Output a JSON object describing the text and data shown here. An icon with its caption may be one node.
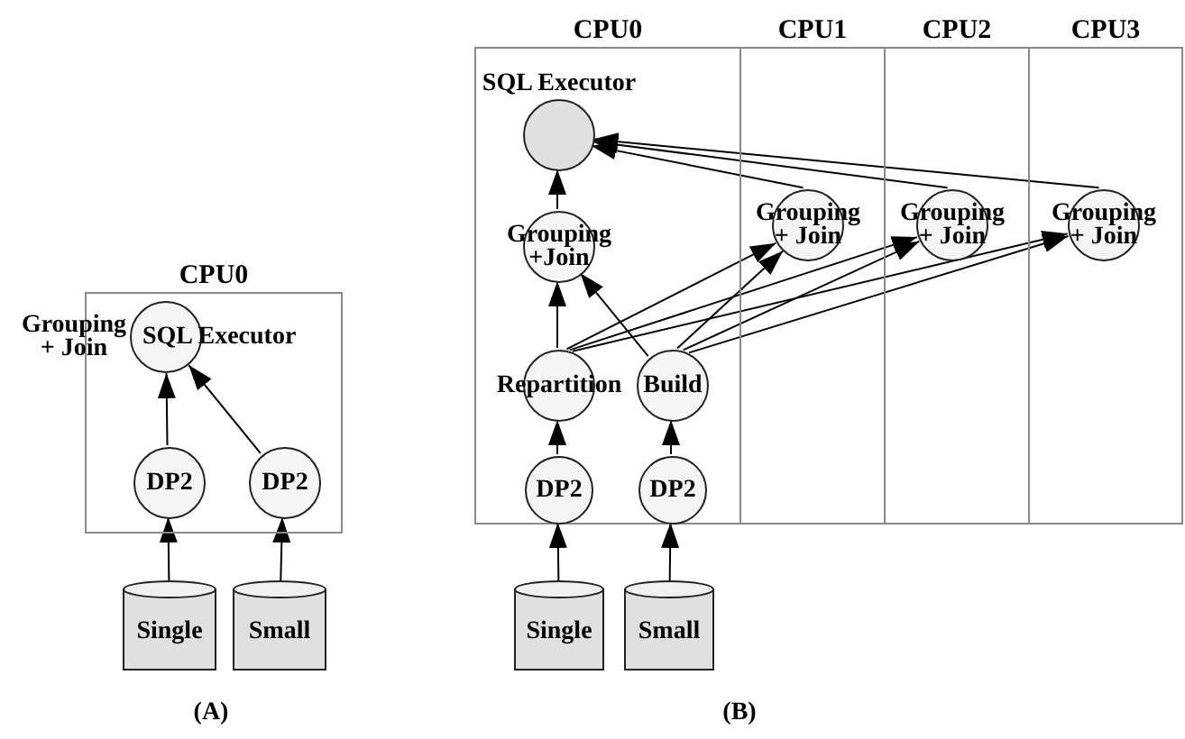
{
  "diagram": {
    "nodes": [
      {
        "text": [
          "CPU0"
        ]
      },
      {
        "text": [
          "Grouping + Join",
          "SQL Executor"
        ]
      },
      {
        "text": [
          "DP2"
        ],
        "in": 0
      },
      {
        "text": [
          "DP2"
        ],
        "in": 0
      },
      {
        "text": [
          "Single"
        ]
      },
      {
        "text": [
          "Small"
        ]
      },
      {
        "text": [
          "CPU0"
        ]
      },
      {
        "text": [
          "CPU1"
        ]
      },
      {
        "text": [
          "CPU2"
        ]
      },
      {
        "text": [
          "CPU3"
        ]
      },
      {
        "text": [
          "SQL Executor"
        ],
        "in": 6
      },
      {
        "text": [
          "Grouping +Join"
        ],
        "in": 6
      },
      {
        "text": [
          "Grouping + Join"
        ],
        "in": 7
      },
      {
        "text": [
          "Grouping + Join"
        ],
        "in": 8
      },
      {
        "text": [
          "Grouping + Join"
        ],
        "in": 9
      },
      {
        "text": [
          "Repartition"
        ],
        "in": 6
      },
      {
        "text": [
          "Build"
        ],
        "in": 6
      },
      {
        "text": [
          "DP2"
        ],
        "in": 6
      },
      {
        "text": [
          "DP2"
        ],
        "in": 6
      },
      {
        "text": [
          "Single"
        ]
      },
      {
        "text": [
          "Small"
        ]
      }
    ],
    "edges": [
      {
        "from": 4,
        "to": 2,
        "arrow": "to"
      },
      {
        "from": 5,
        "to": 3,
        "arrow": "to"
      },
      {
        "from": 2,
        "to": 1,
        "arrow": "to"
      },
      {
        "from": 3,
        "to": 1,
        "arrow": "to"
      },
      {
        "from": 19,
        "to": 17,
        "arrow": "to"
      },
      {
        "from": 20,
        "to": 18,
        "arrow": "to"
      },
      {
        "from": 17,
        "to": 15,
        "arrow": "to"
      },
      {
        "from": 18,
        "to": 16,
        "arrow": "to"
      },
      {
        "from": 15,
        "to": 11,
        "arrow": "to"
      },
      {
        "from": 16,
        "to": 11,
        "arrow": "to"
      },
      {
        "from": 15,
        "to": 12,
        "arrow": "to"
      },
      {
        "from": 15,
        "to": 13,
        "arrow": "to"
      },
      {
        "from": 15,
        "to": 14,
        "arrow": "to"
      },
      {
        "from": 16,
        "to": 12,
        "arrow": "to"
      },
      {
        "from": 16,
        "to": 13,
        "arrow": "to"
      },
      {
        "from": 16,
        "to": 14,
        "arrow": "to"
      },
      {
        "from": 11,
        "to": 10,
        "arrow": "to"
      },
      {
        "from": 12,
        "to": 10,
        "arrow": "to"
      },
      {
        "from": 13,
        "to": 10,
        "arrow": "to"
      },
      {
        "from": 14,
        "to": 10,
        "arrow": "to"
      }
    ],
    "labels": [
      "(A)",
      "(B)"
    ]
  }
}
